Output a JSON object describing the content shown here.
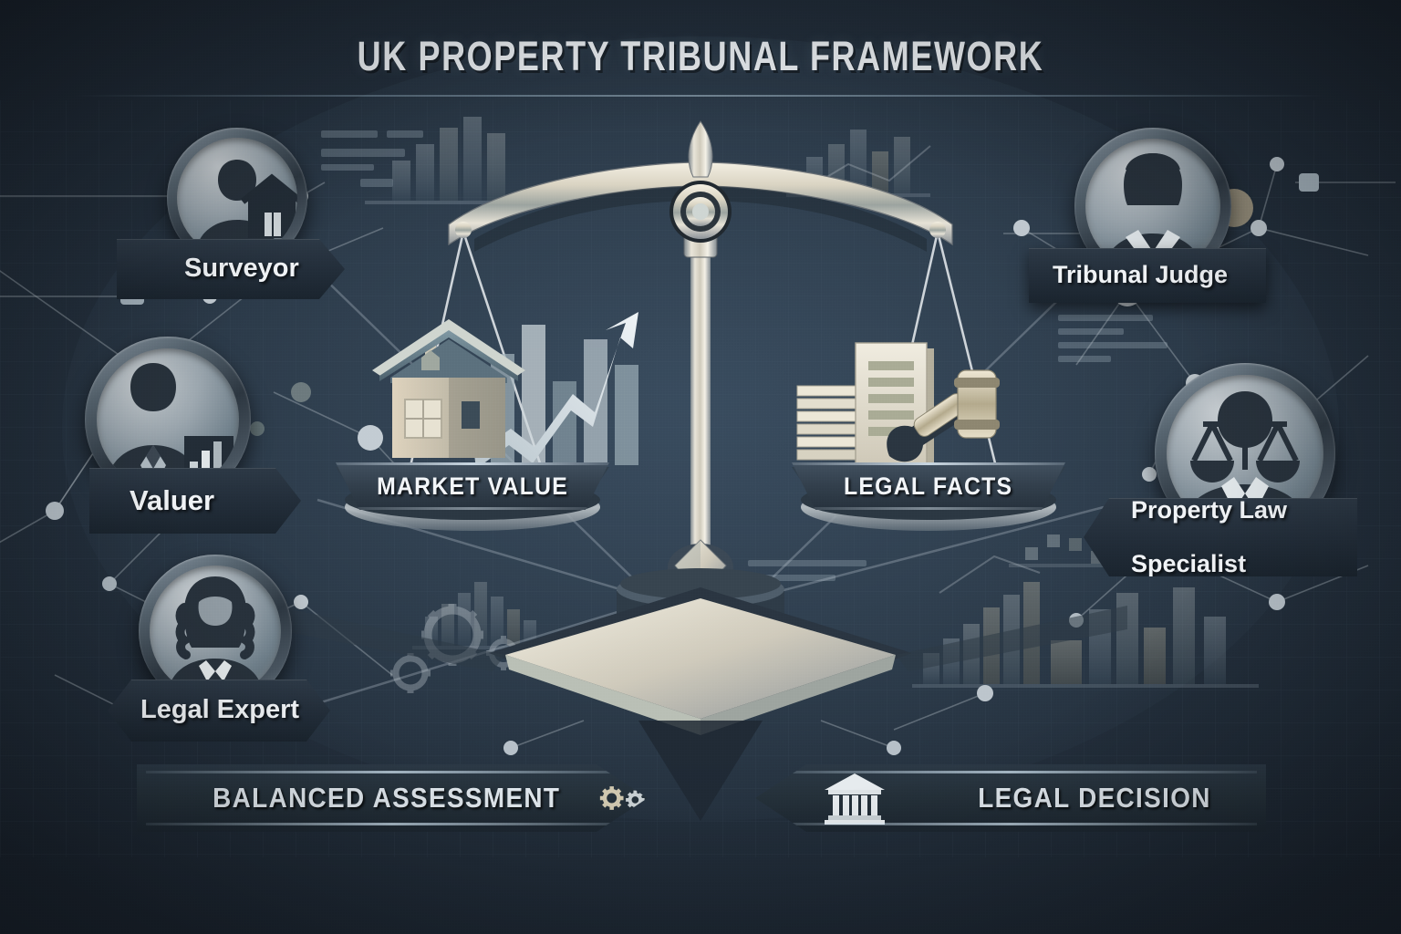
{
  "header": {
    "title": "UK PROPERTY TRIBUNAL FRAMEWORK"
  },
  "theme": {
    "background": "#273442",
    "panel": "#2c3845",
    "text": "#f0f3f6",
    "metal_light": "#e4dfd0",
    "metal_mid": "#9aa5ad",
    "accent_tan": "#9d9580",
    "node": "#c3ccd3"
  },
  "left_roles": [
    {
      "id": "surveyor",
      "label": "Surveyor",
      "avatar_icon": "person-with-house-icon",
      "plaque_shape": "chevron-right"
    },
    {
      "id": "valuer",
      "label": "Valuer",
      "avatar_icon": "person-with-bar-chart-icon",
      "plaque_shape": "chevron-right"
    },
    {
      "id": "legal-expert",
      "label": "Legal Expert",
      "avatar_icon": "barrister-wig-person-icon",
      "plaque_shape": "hexagon"
    }
  ],
  "right_roles": [
    {
      "id": "tribunal-judge",
      "label": "Tribunal Judge",
      "avatar_icon": "judge-person-icon",
      "plaque_shape": "rectangle"
    },
    {
      "id": "property-law-specialist",
      "label_line1": "Property Law",
      "label_line2": "Specialist",
      "avatar_icon": "person-with-scales-icon",
      "plaque_shape": "chevron-left"
    }
  ],
  "scale": {
    "left_pan": {
      "label": "MARKET VALUE",
      "icons": [
        "house-icon",
        "bar-chart-icon",
        "trend-up-arrow-icon"
      ]
    },
    "right_pan": {
      "label": "LEGAL FACTS",
      "icons": [
        "document-stack-icon",
        "document-page-icon",
        "gavel-icon"
      ]
    },
    "fulcrum_icon": "balance-fulcrum-icon",
    "finial_icon": "beam-finial-icon"
  },
  "outcomes": [
    {
      "id": "balanced-assessment",
      "label": "BALANCED ASSESSMENT",
      "icon": "gears-icon",
      "direction": "right"
    },
    {
      "id": "legal-decision",
      "label": "LEGAL DECISION",
      "icon": "courthouse-icon",
      "direction": "left"
    }
  ]
}
